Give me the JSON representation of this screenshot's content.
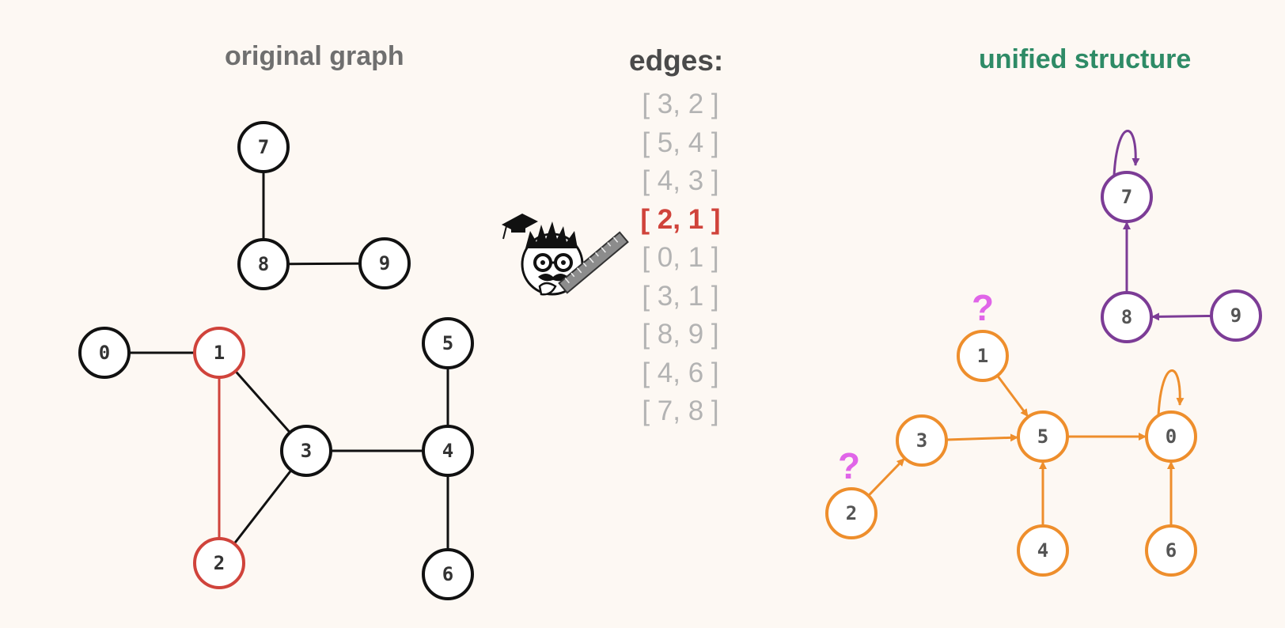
{
  "headings": {
    "original": "original graph",
    "edges": "edges:",
    "unified": "unified structure"
  },
  "edges": [
    {
      "label": "[ 3, 2 ]",
      "active": false
    },
    {
      "label": "[ 5, 4 ]",
      "active": false
    },
    {
      "label": "[ 4, 3 ]",
      "active": false
    },
    {
      "label": "[ 2, 1 ]",
      "active": true
    },
    {
      "label": "[ 0, 1 ]",
      "active": false
    },
    {
      "label": "[ 3, 1 ]",
      "active": false
    },
    {
      "label": "[ 8, 9 ]",
      "active": false
    },
    {
      "label": "[ 4, 6 ]",
      "active": false
    },
    {
      "label": "[ 7, 8 ]",
      "active": false
    }
  ],
  "colors": {
    "background": "#fdf8f3",
    "node_default": "#111111",
    "highlight": "#d0433b",
    "orange_tree": "#ee8e2c",
    "purple_tree": "#7c3c96",
    "question_mark": "#e065e8",
    "edges_title": "#4a4a4a",
    "unified_title": "#2e8b66",
    "original_title": "#6f6f6f",
    "edge_muted": "#b3b3b3"
  },
  "original_graph": {
    "nodes": [
      {
        "id": "7",
        "label": "7",
        "highlight": false
      },
      {
        "id": "8",
        "label": "8",
        "highlight": false
      },
      {
        "id": "9",
        "label": "9",
        "highlight": false
      },
      {
        "id": "0",
        "label": "0",
        "highlight": false
      },
      {
        "id": "1",
        "label": "1",
        "highlight": true
      },
      {
        "id": "3",
        "label": "3",
        "highlight": false
      },
      {
        "id": "2",
        "label": "2",
        "highlight": true
      },
      {
        "id": "5",
        "label": "5",
        "highlight": false
      },
      {
        "id": "4",
        "label": "4",
        "highlight": false
      },
      {
        "id": "6",
        "label": "6",
        "highlight": false
      }
    ],
    "links": [
      {
        "from": "7",
        "to": "8",
        "highlight": false
      },
      {
        "from": "8",
        "to": "9",
        "highlight": false
      },
      {
        "from": "0",
        "to": "1",
        "highlight": false
      },
      {
        "from": "1",
        "to": "3",
        "highlight": false
      },
      {
        "from": "1",
        "to": "2",
        "highlight": true
      },
      {
        "from": "3",
        "to": "2",
        "highlight": false
      },
      {
        "from": "3",
        "to": "4",
        "highlight": false
      },
      {
        "from": "5",
        "to": "4",
        "highlight": false
      },
      {
        "from": "4",
        "to": "6",
        "highlight": false
      }
    ]
  },
  "unified_structure": {
    "nodes": [
      {
        "id": "7",
        "label": "7",
        "tree": "purple",
        "self_loop": true,
        "question": false
      },
      {
        "id": "8",
        "label": "8",
        "tree": "purple",
        "self_loop": false,
        "question": false
      },
      {
        "id": "9",
        "label": "9",
        "tree": "purple",
        "self_loop": false,
        "question": false
      },
      {
        "id": "1",
        "label": "1",
        "tree": "orange",
        "self_loop": false,
        "question": true
      },
      {
        "id": "3",
        "label": "3",
        "tree": "orange",
        "self_loop": false,
        "question": false
      },
      {
        "id": "5",
        "label": "5",
        "tree": "orange",
        "self_loop": false,
        "question": false
      },
      {
        "id": "0",
        "label": "0",
        "tree": "orange",
        "self_loop": true,
        "question": false
      },
      {
        "id": "2",
        "label": "2",
        "tree": "orange",
        "self_loop": false,
        "question": true
      },
      {
        "id": "4",
        "label": "4",
        "tree": "orange",
        "self_loop": false,
        "question": false
      },
      {
        "id": "6",
        "label": "6",
        "tree": "orange",
        "self_loop": false,
        "question": false
      }
    ],
    "arrows": [
      {
        "from": "8",
        "to": "7",
        "tree": "purple"
      },
      {
        "from": "9",
        "to": "8",
        "tree": "purple"
      },
      {
        "from": "1",
        "to": "5",
        "tree": "orange"
      },
      {
        "from": "3",
        "to": "5",
        "tree": "orange"
      },
      {
        "from": "2",
        "to": "3",
        "tree": "orange"
      },
      {
        "from": "5",
        "to": "0",
        "tree": "orange"
      },
      {
        "from": "4",
        "to": "5",
        "tree": "orange"
      },
      {
        "from": "6",
        "to": "0",
        "tree": "orange"
      }
    ],
    "question_mark": "?"
  },
  "mascot": {
    "icon": "professor-with-ruler-icon"
  }
}
